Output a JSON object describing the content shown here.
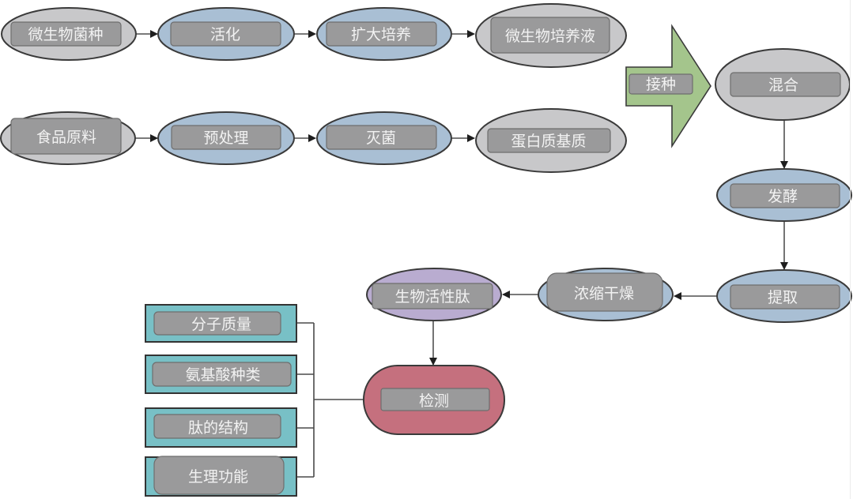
{
  "colors": {
    "gray_node": "#c8c8ca",
    "blue_node": "#a9bfd4",
    "purple_node": "#b9acd0",
    "red_node": "#c5707e",
    "green_arrow": "#a4c58c",
    "teal_box": "#78c0c6",
    "label_box": "#9a9a9b",
    "label_text": "#f2f2f2"
  },
  "nodes": {
    "microbe_strain": {
      "label": "微生物菌种",
      "kind": "gray"
    },
    "activation": {
      "label": "活化",
      "kind": "blue"
    },
    "scale_up": {
      "label": "扩大培养",
      "kind": "blue"
    },
    "microbe_culture": {
      "label": "微生物培养液",
      "kind": "gray"
    },
    "food_material": {
      "label": "食品原料",
      "kind": "gray"
    },
    "pretreatment": {
      "label": "预处理",
      "kind": "blue"
    },
    "sterilization": {
      "label": "灭菌",
      "kind": "blue"
    },
    "protein_substrate": {
      "label": "蛋白质基质",
      "kind": "gray"
    },
    "inoculation": {
      "label": "接种",
      "kind": "green-arrow"
    },
    "mixing": {
      "label": "混合",
      "kind": "gray"
    },
    "fermentation": {
      "label": "发酵",
      "kind": "blue"
    },
    "extraction": {
      "label": "提取",
      "kind": "blue"
    },
    "concentrate_dry": {
      "label": "浓缩干燥",
      "kind": "blue"
    },
    "bioactive_peptide": {
      "label": "生物活性肽",
      "kind": "purple"
    },
    "detection": {
      "label": "检测",
      "kind": "red"
    }
  },
  "detection_items": [
    {
      "label": "分子质量"
    },
    {
      "label": "氨基酸种类"
    },
    {
      "label": "肽的结构"
    },
    {
      "label": "生理功能"
    }
  ],
  "edges": [
    {
      "from": "微生物菌种",
      "to": "活化"
    },
    {
      "from": "活化",
      "to": "扩大培养"
    },
    {
      "from": "扩大培养",
      "to": "微生物培养液"
    },
    {
      "from": "食品原料",
      "to": "预处理"
    },
    {
      "from": "预处理",
      "to": "灭菌"
    },
    {
      "from": "灭菌",
      "to": "蛋白质基质"
    },
    {
      "from": "接种",
      "to": "混合"
    },
    {
      "from": "混合",
      "to": "发酵"
    },
    {
      "from": "发酵",
      "to": "提取"
    },
    {
      "from": "提取",
      "to": "浓缩干燥"
    },
    {
      "from": "浓缩干燥",
      "to": "生物活性肽"
    },
    {
      "from": "生物活性肽",
      "to": "检测"
    },
    {
      "from": "检测",
      "to": [
        "分子质量",
        "氨基酸种类",
        "肽的结构",
        "生理功能"
      ]
    }
  ]
}
